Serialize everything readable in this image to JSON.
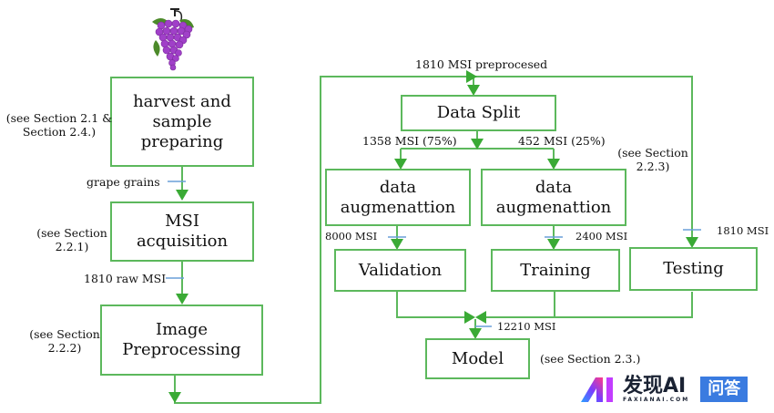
{
  "diagram": {
    "icon": "grape-cluster-icon",
    "boxes": {
      "harvest": "harvest and sample preparing",
      "msi_acq": "MSI acquisition",
      "preproc": "Image Preprocessing",
      "split": "Data Split",
      "aug_val": "data augmenattion",
      "aug_train": "data augmenattion",
      "validation": "Validation",
      "training": "Training",
      "testing": "Testing",
      "model": "Model"
    },
    "edge_labels": {
      "grape_grains": "grape grains",
      "raw_msi": "1810 raw MSI",
      "preprocessed": "1810 MSI preprocesed",
      "split_75": "1358 MSI (75%)",
      "split_25": "452 MSI (25%)",
      "val_count": "8000 MSI",
      "train_count": "2400 MSI",
      "test_count": "1810 MSI",
      "model_count": "12210 MSI"
    },
    "notes": {
      "harvest_1": "(see Section 2.1 &",
      "harvest_2": "Section 2.4.)",
      "msi_1": "(see Section",
      "msi_2": "2.2.1)",
      "preproc_1": "(see Section",
      "preproc_2": "2.2.2)",
      "split_1": "(see Section",
      "split_2": "2.2.3)",
      "model": "(see Section 2.3.)"
    }
  },
  "watermark": {
    "brand": "发现AI",
    "domain": "FAXIANAI.COM",
    "badge": "问答"
  },
  "colors": {
    "line": "#5cb85c",
    "arrow": "#3aaa35",
    "tick": "#6a9fd8"
  }
}
